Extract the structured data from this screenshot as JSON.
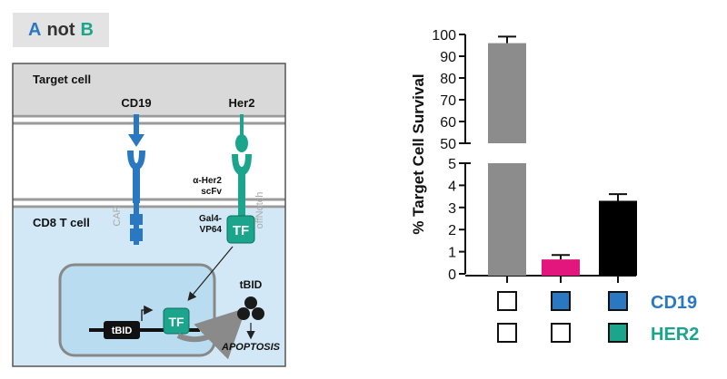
{
  "badge": {
    "a": "A",
    "not": "not",
    "b": "B"
  },
  "diagram": {
    "target_cell": "Target cell",
    "cd8_cell": "CD8 T cell",
    "cd19": "CD19",
    "her2": "Her2",
    "car": "CAR",
    "scfv_line1": "α-Her2",
    "scfv_line2": "scFv",
    "gal4_line1": "Gal4-",
    "gal4_line2": "VP64",
    "offnotch": "offNotch",
    "tf_receptor": "TF",
    "tf_nucleus": "TF",
    "tbid_gene": "tBID",
    "tbid_protein": "tBID",
    "apoptosis": "APOPTOSIS"
  },
  "chart_data": {
    "type": "bar",
    "ylabel": "% Target Cell Survival",
    "broken_axis": true,
    "upper_segment": {
      "ylim": [
        50,
        100
      ],
      "ticks": [
        "50",
        "60",
        "70",
        "80",
        "90",
        "100"
      ]
    },
    "lower_segment": {
      "ylim": [
        0,
        5
      ],
      "ticks": [
        "0",
        "1",
        "2",
        "3",
        "4",
        "5"
      ]
    },
    "bars": [
      {
        "value": 96,
        "error": 3,
        "color": "#8c8c8c",
        "cd19": false,
        "her2": false
      },
      {
        "value": 0.65,
        "error": 0.2,
        "color": "#e3167e",
        "cd19": true,
        "her2": false
      },
      {
        "value": 3.3,
        "error": 0.3,
        "color": "#000000",
        "cd19": true,
        "her2": true
      }
    ],
    "row_labels": {
      "cd19": "CD19",
      "her2": "HER2"
    },
    "colors": {
      "cd19": "#2a78c2",
      "her2": "#1aa58c"
    }
  }
}
